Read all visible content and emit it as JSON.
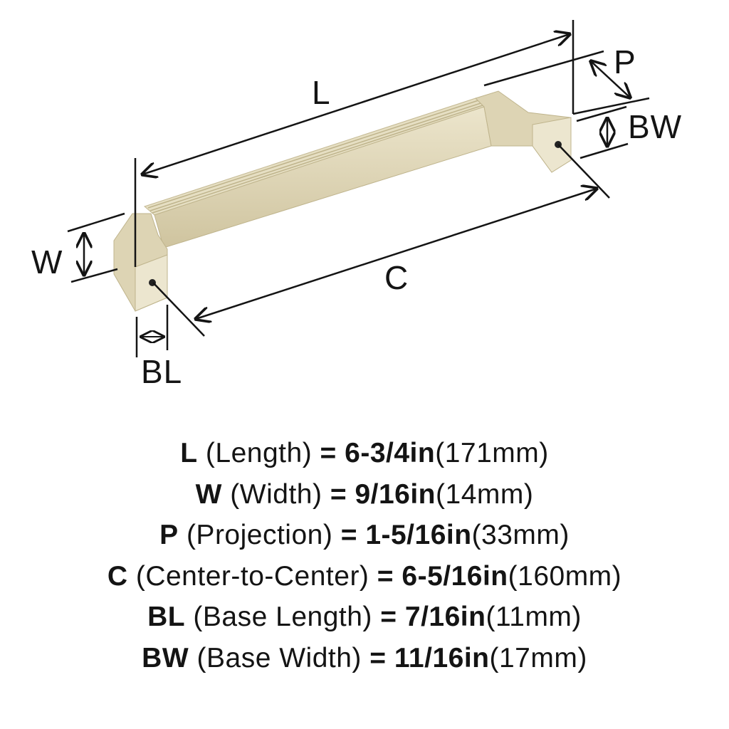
{
  "labels": {
    "L": "L",
    "P": "P",
    "BW": "BW",
    "W": "W",
    "C": "C",
    "BL": "BL"
  },
  "colors": {
    "finish": "#d9cfae",
    "finish_dark": "#b8ad88",
    "finish_light": "#ece5cc",
    "line": "#141414"
  },
  "specs": [
    {
      "key": "L",
      "name": "(Length)",
      "eq": "=",
      "imperial": "6-3/4in",
      "metric": "(171mm)"
    },
    {
      "key": "W",
      "name": "(Width)",
      "eq": "=",
      "imperial": "9/16in",
      "metric": "(14mm)"
    },
    {
      "key": "P",
      "name": "(Projection)",
      "eq": "=",
      "imperial": "1-5/16in",
      "metric": "(33mm)"
    },
    {
      "key": "C",
      "name": "(Center-to-Center)",
      "eq": "=",
      "imperial": "6-5/16in",
      "metric": "(160mm)"
    },
    {
      "key": "BL",
      "name": "(Base Length)",
      "eq": "=",
      "imperial": "7/16in",
      "metric": "(11mm)"
    },
    {
      "key": "BW",
      "name": "(Base Width)",
      "eq": "=",
      "imperial": "11/16in",
      "metric": "(17mm)"
    }
  ]
}
